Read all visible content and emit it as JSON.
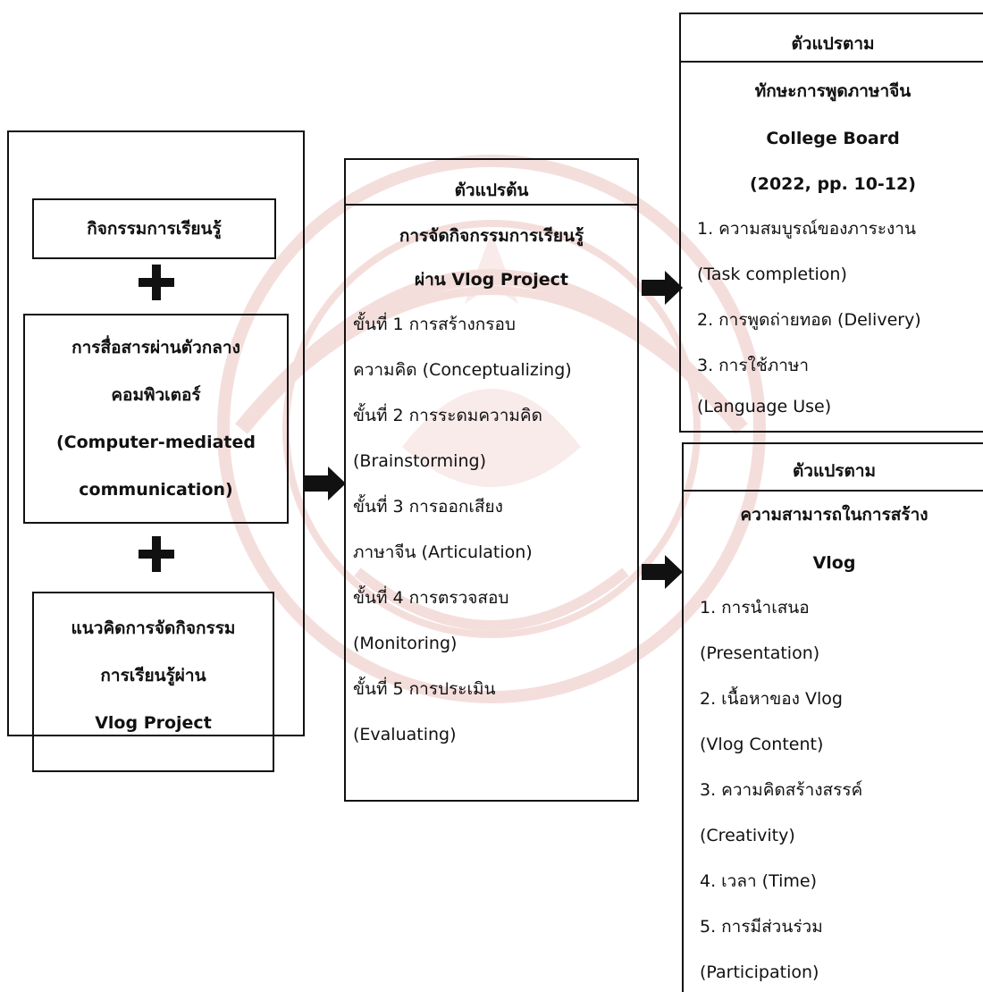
{
  "outer_concept": {
    "box1_label": "กิจกรรมการเรียนรู้",
    "box2_lines": [
      "การสื่อสารผ่านตัวกลาง",
      "คอมพิวเตอร์",
      "(Computer-mediated",
      "communication)"
    ],
    "box3_lines": [
      "แนวคิดการจัดกิจกรรม",
      "การเรียนรู้ผ่าน",
      "Vlog Project"
    ]
  },
  "independent_variable": {
    "header": "ตัวแปรต้น",
    "title_lines": [
      "การจัดกิจกรรมการเรียนรู้",
      "ผ่าน Vlog Project"
    ],
    "body_lines": [
      "ขั้นที่ 1 การสร้างกรอบ",
      "ความคิด (Conceptualizing)",
      "ขั้นที่ 2 การระดมความคิด",
      "(Brainstorming)",
      "ขั้นที่ 3 การออกเสียง",
      "ภาษาจีน (Articulation)",
      "ขั้นที่ 4 การตรวจสอบ",
      "(Monitoring)",
      "ขั้นที่ 5 การประเมิน",
      "(Evaluating)"
    ]
  },
  "dependent_variable_1": {
    "header": "ตัวแปรตาม",
    "title_lines": [
      "ทักษะการพูดภาษาจีน",
      "College Board",
      "(2022, pp. 10-12)"
    ],
    "body_lines": [
      "1. ความสมบูรณ์ของภาระงาน",
      "(Task completion)",
      "2. การพูดถ่ายทอด (Delivery)",
      "3. การใช้ภาษา",
      "(Language Use)"
    ]
  },
  "dependent_variable_2": {
    "header": "ตัวแปรตาม",
    "title_lines": [
      "ความสามารถในการสร้าง",
      "Vlog"
    ],
    "body_lines": [
      "1. การนำเสนอ",
      "(Presentation)",
      "2. เนื้อหาของ Vlog",
      "(Vlog Content)",
      "3. ความคิดสร้างสรรค์",
      "(Creativity)",
      "4. เวลา (Time)",
      "5. การมีส่วนร่วม",
      "(Participation)"
    ]
  },
  "colors": {
    "ink": "#111111",
    "watermark": "#c0392b"
  },
  "icons": [
    "plus-icon",
    "right-arrow-icon",
    "seal-watermark"
  ]
}
